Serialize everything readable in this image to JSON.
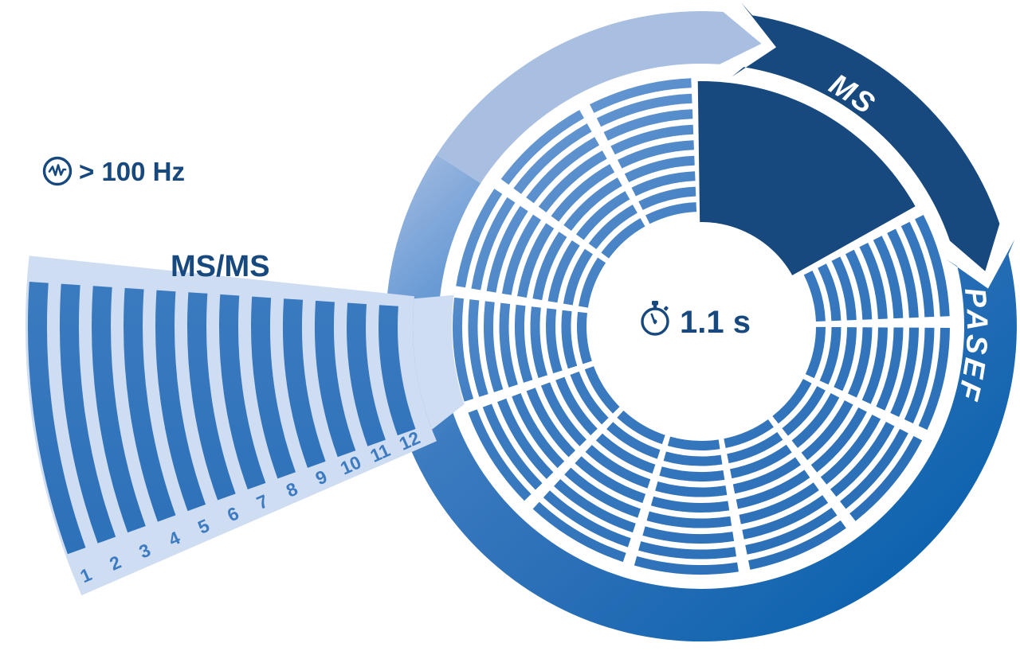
{
  "labels": {
    "frequency": "> 100 Hz",
    "msms": "MS/MS",
    "ms": "MS",
    "pasef": "PASEF",
    "cycle_time": "1.1 s"
  },
  "fan": {
    "bar_numbers": [
      "1",
      "2",
      "3",
      "4",
      "5",
      "6",
      "7",
      "8",
      "9",
      "10",
      "11",
      "12"
    ]
  },
  "diagram": {
    "fan_bar_count": 12,
    "striped_wedge_count": 11,
    "stripes_per_wedge": 9
  },
  "icons": {
    "frequency": "pulse-icon",
    "timer": "stopwatch-icon"
  },
  "colors": {
    "navy": "#17497F",
    "azure": "#0D63AE",
    "blue_deep": "#2A6FB7",
    "blue_mid": "#3C7BC0",
    "blue_soft": "#6F9ED6",
    "periwinkle": "#A9BFE2",
    "pale": "#CFDDF3",
    "white": "#FFFFFF"
  }
}
